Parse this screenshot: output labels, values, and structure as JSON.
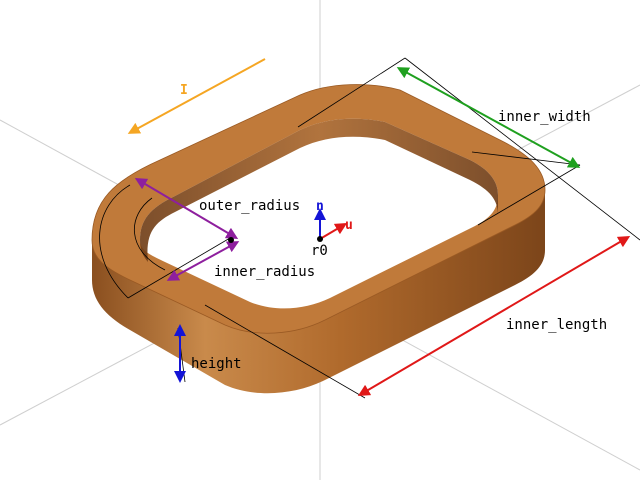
{
  "labels": {
    "current": "I",
    "inner_width": "inner_width",
    "outer_radius": "outer_radius",
    "inner_radius": "inner_radius",
    "inner_length": "inner_length",
    "height": "height",
    "normal": "n",
    "axis_u": "u",
    "origin": "r0"
  },
  "colors": {
    "copper_light": "#c98a4b",
    "copper_top": "#c07a3a",
    "copper_dark": "#8a4f1f",
    "current": "#f5a623",
    "inner_width": "#1fa01f",
    "outer_radius": "#8e1f9e",
    "inner_radius": "#8e1f9e",
    "inner_length": "#e01818",
    "height": "#1414d6",
    "normal": "#1414d6",
    "axis_u": "#e01818"
  }
}
